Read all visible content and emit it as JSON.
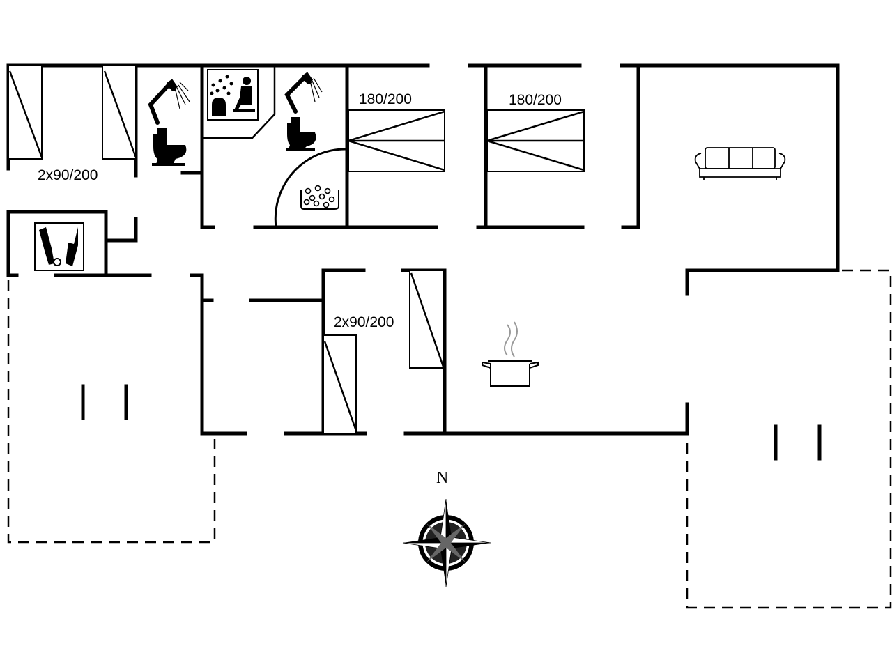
{
  "labels": {
    "bed_top_left": "2x90/200",
    "bed_room_1": "180/200",
    "bed_room_2": "180/200",
    "bed_center": "2x90/200"
  },
  "compass": {
    "north": "N"
  },
  "icons": [
    "shower-icon",
    "toilet-icon",
    "sauna-icon",
    "whirlpool-icon",
    "sofa-icon",
    "cooking-pot-icon",
    "utility-icon",
    "compass-rose-icon"
  ],
  "colors": {
    "lines": "#000000",
    "background": "#ffffff"
  }
}
